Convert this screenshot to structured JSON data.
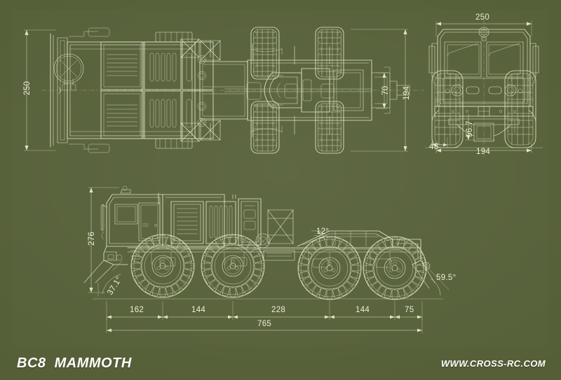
{
  "sheet": {
    "background_color": "#566038",
    "line_color": "#e6e8cd",
    "text_color": "#eceedb"
  },
  "footer": {
    "model_title": "BC8  MAMMOTH",
    "website": "WWW.CROSS-RC.COM"
  },
  "views": {
    "top": {
      "name": "top-view"
    },
    "front": {
      "name": "front-view"
    },
    "side": {
      "name": "side-view"
    }
  },
  "dimensions": {
    "top_view_width": "250",
    "top_view_inner_track": "70",
    "top_view_outer_track": "194",
    "front_view_width": "250",
    "front_view_track": "194",
    "front_view_ground_clearance": "56.7",
    "front_view_side_offset": "48",
    "side_view_height": "276",
    "side_view_seg_1": "162",
    "side_view_seg_2": "144",
    "side_view_seg_3": "228",
    "side_view_seg_4": "144",
    "side_view_seg_5": "75",
    "side_view_total_length": "765",
    "approach_angle": "37.1°",
    "departure_angle": "59.5°",
    "ramp_angle": "12°"
  }
}
